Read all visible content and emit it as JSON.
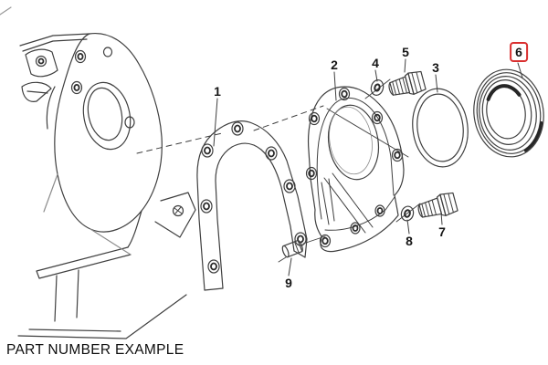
{
  "caption": "PART NUMBER EXAMPLE",
  "diagram": {
    "highlighted_part": "6",
    "highlight_color": "#d92f2f",
    "line_color": "#3f3f3f",
    "background_color": "#ffffff"
  },
  "parts": [
    {
      "number": "1",
      "highlighted": false
    },
    {
      "number": "2",
      "highlighted": false
    },
    {
      "number": "3",
      "highlighted": false
    },
    {
      "number": "4",
      "highlighted": false
    },
    {
      "number": "5",
      "highlighted": false
    },
    {
      "number": "6",
      "highlighted": true
    },
    {
      "number": "7",
      "highlighted": false
    },
    {
      "number": "8",
      "highlighted": false
    },
    {
      "number": "9",
      "highlighted": false
    }
  ]
}
